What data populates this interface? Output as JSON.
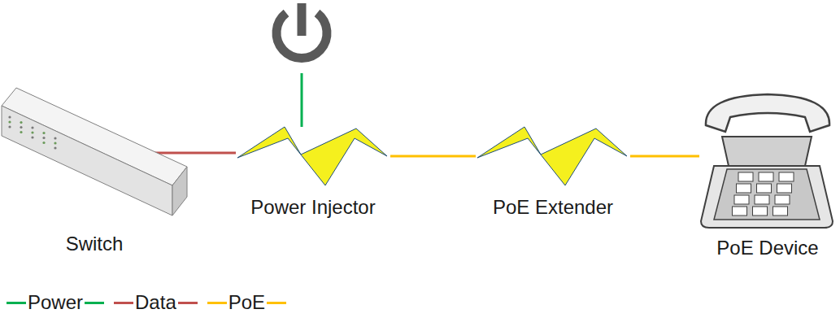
{
  "diagram": {
    "nodes": [
      {
        "text": [
          "Switch"
        ]
      },
      {
        "text": [
          "Power Injector"
        ]
      },
      {
        "text": [
          "PoE Extender"
        ]
      },
      {
        "text": [
          "PoE Device"
        ]
      }
    ],
    "edges": [
      {
        "from": 0,
        "to": 1,
        "arrow": "none"
      },
      {
        "from": 1,
        "to": 2,
        "arrow": "none"
      },
      {
        "from": 2,
        "to": 3,
        "arrow": "none"
      }
    ],
    "legend": [
      {
        "text": "Power"
      },
      {
        "text": "Data"
      },
      {
        "text": "PoE"
      }
    ]
  }
}
